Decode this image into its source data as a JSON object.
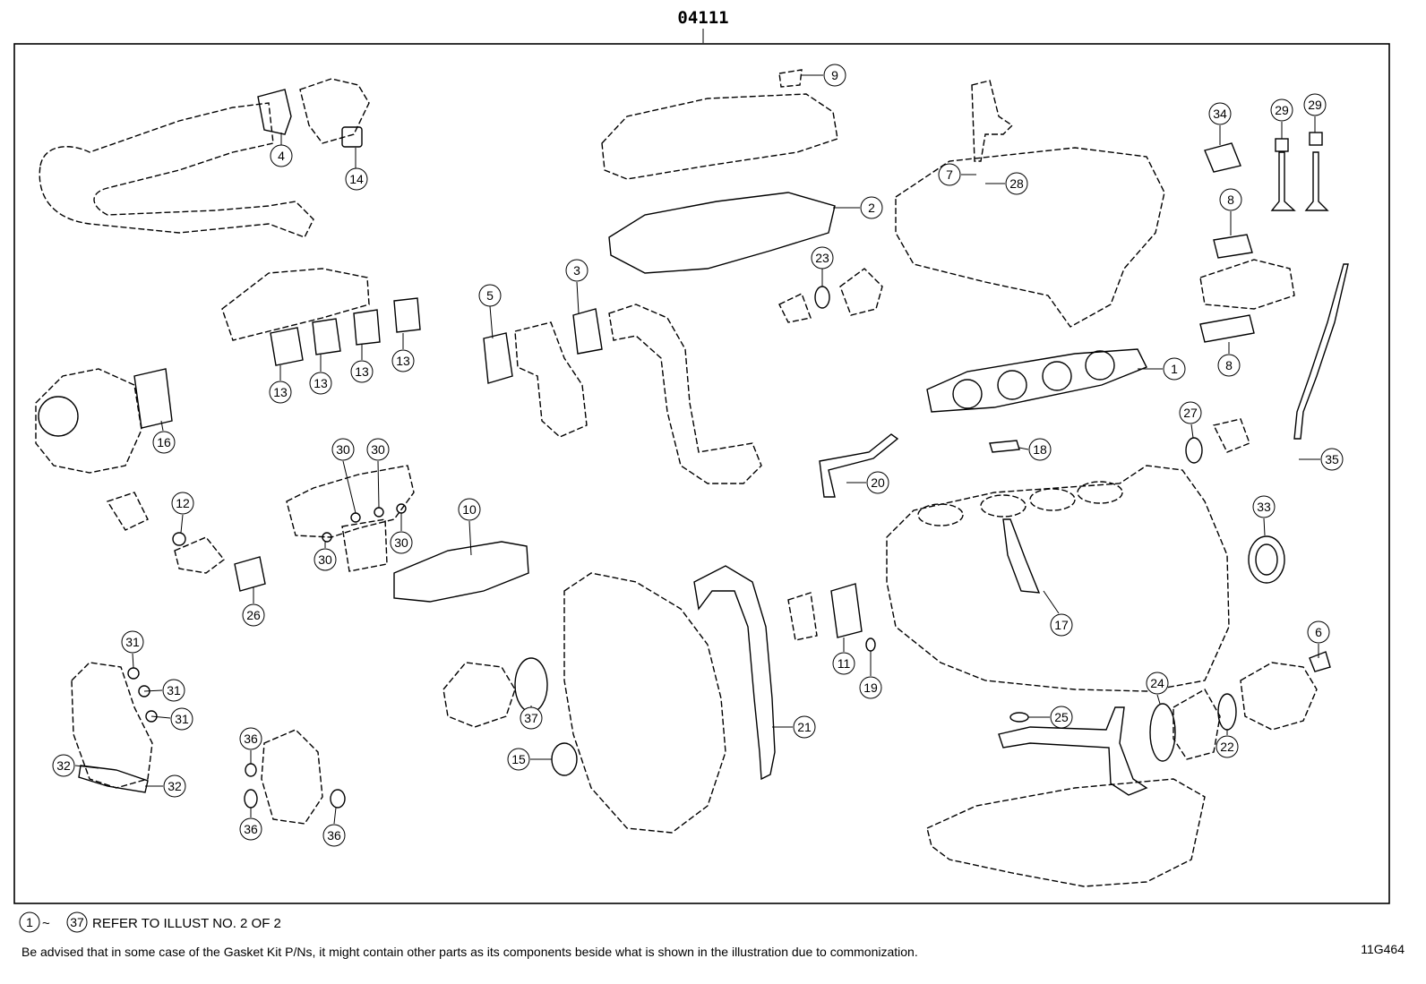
{
  "title": "04111",
  "diagram_id": "11G464",
  "footnote": {
    "range_start": "1",
    "range_sep": "~",
    "range_end": "37",
    "text": "REFER TO ILLUST NO. 2 OF 2"
  },
  "advisory": "Be advised that in some case of the Gasket Kit P/Ns,  it might contain other parts as its components beside what is shown in the illustration due to commonization.",
  "callouts": {
    "c4": "4",
    "c14": "14",
    "c9": "9",
    "c2": "2",
    "c3": "3",
    "c5": "5",
    "c23": "23",
    "c7": "7",
    "c28": "28",
    "c34": "34",
    "c29a": "29",
    "c29b": "29",
    "c8a": "8",
    "c8b": "8",
    "c1": "1",
    "c13a": "13",
    "c13b": "13",
    "c13c": "13",
    "c13d": "13",
    "c16": "16",
    "c12": "12",
    "c30a": "30",
    "c30b": "30",
    "c30c": "30",
    "c30d": "30",
    "c10": "10",
    "c26": "26",
    "c18": "18",
    "c20": "20",
    "c27": "27",
    "c35": "35",
    "c33": "33",
    "c17": "17",
    "c6": "6",
    "c11": "11",
    "c19": "19",
    "c31a": "31",
    "c31b": "31",
    "c31c": "31",
    "c37": "37",
    "c21": "21",
    "c15": "15",
    "c24": "24",
    "c25": "25",
    "c22": "22",
    "c32a": "32",
    "c32b": "32",
    "c36a": "36",
    "c36b": "36",
    "c36c": "36"
  }
}
